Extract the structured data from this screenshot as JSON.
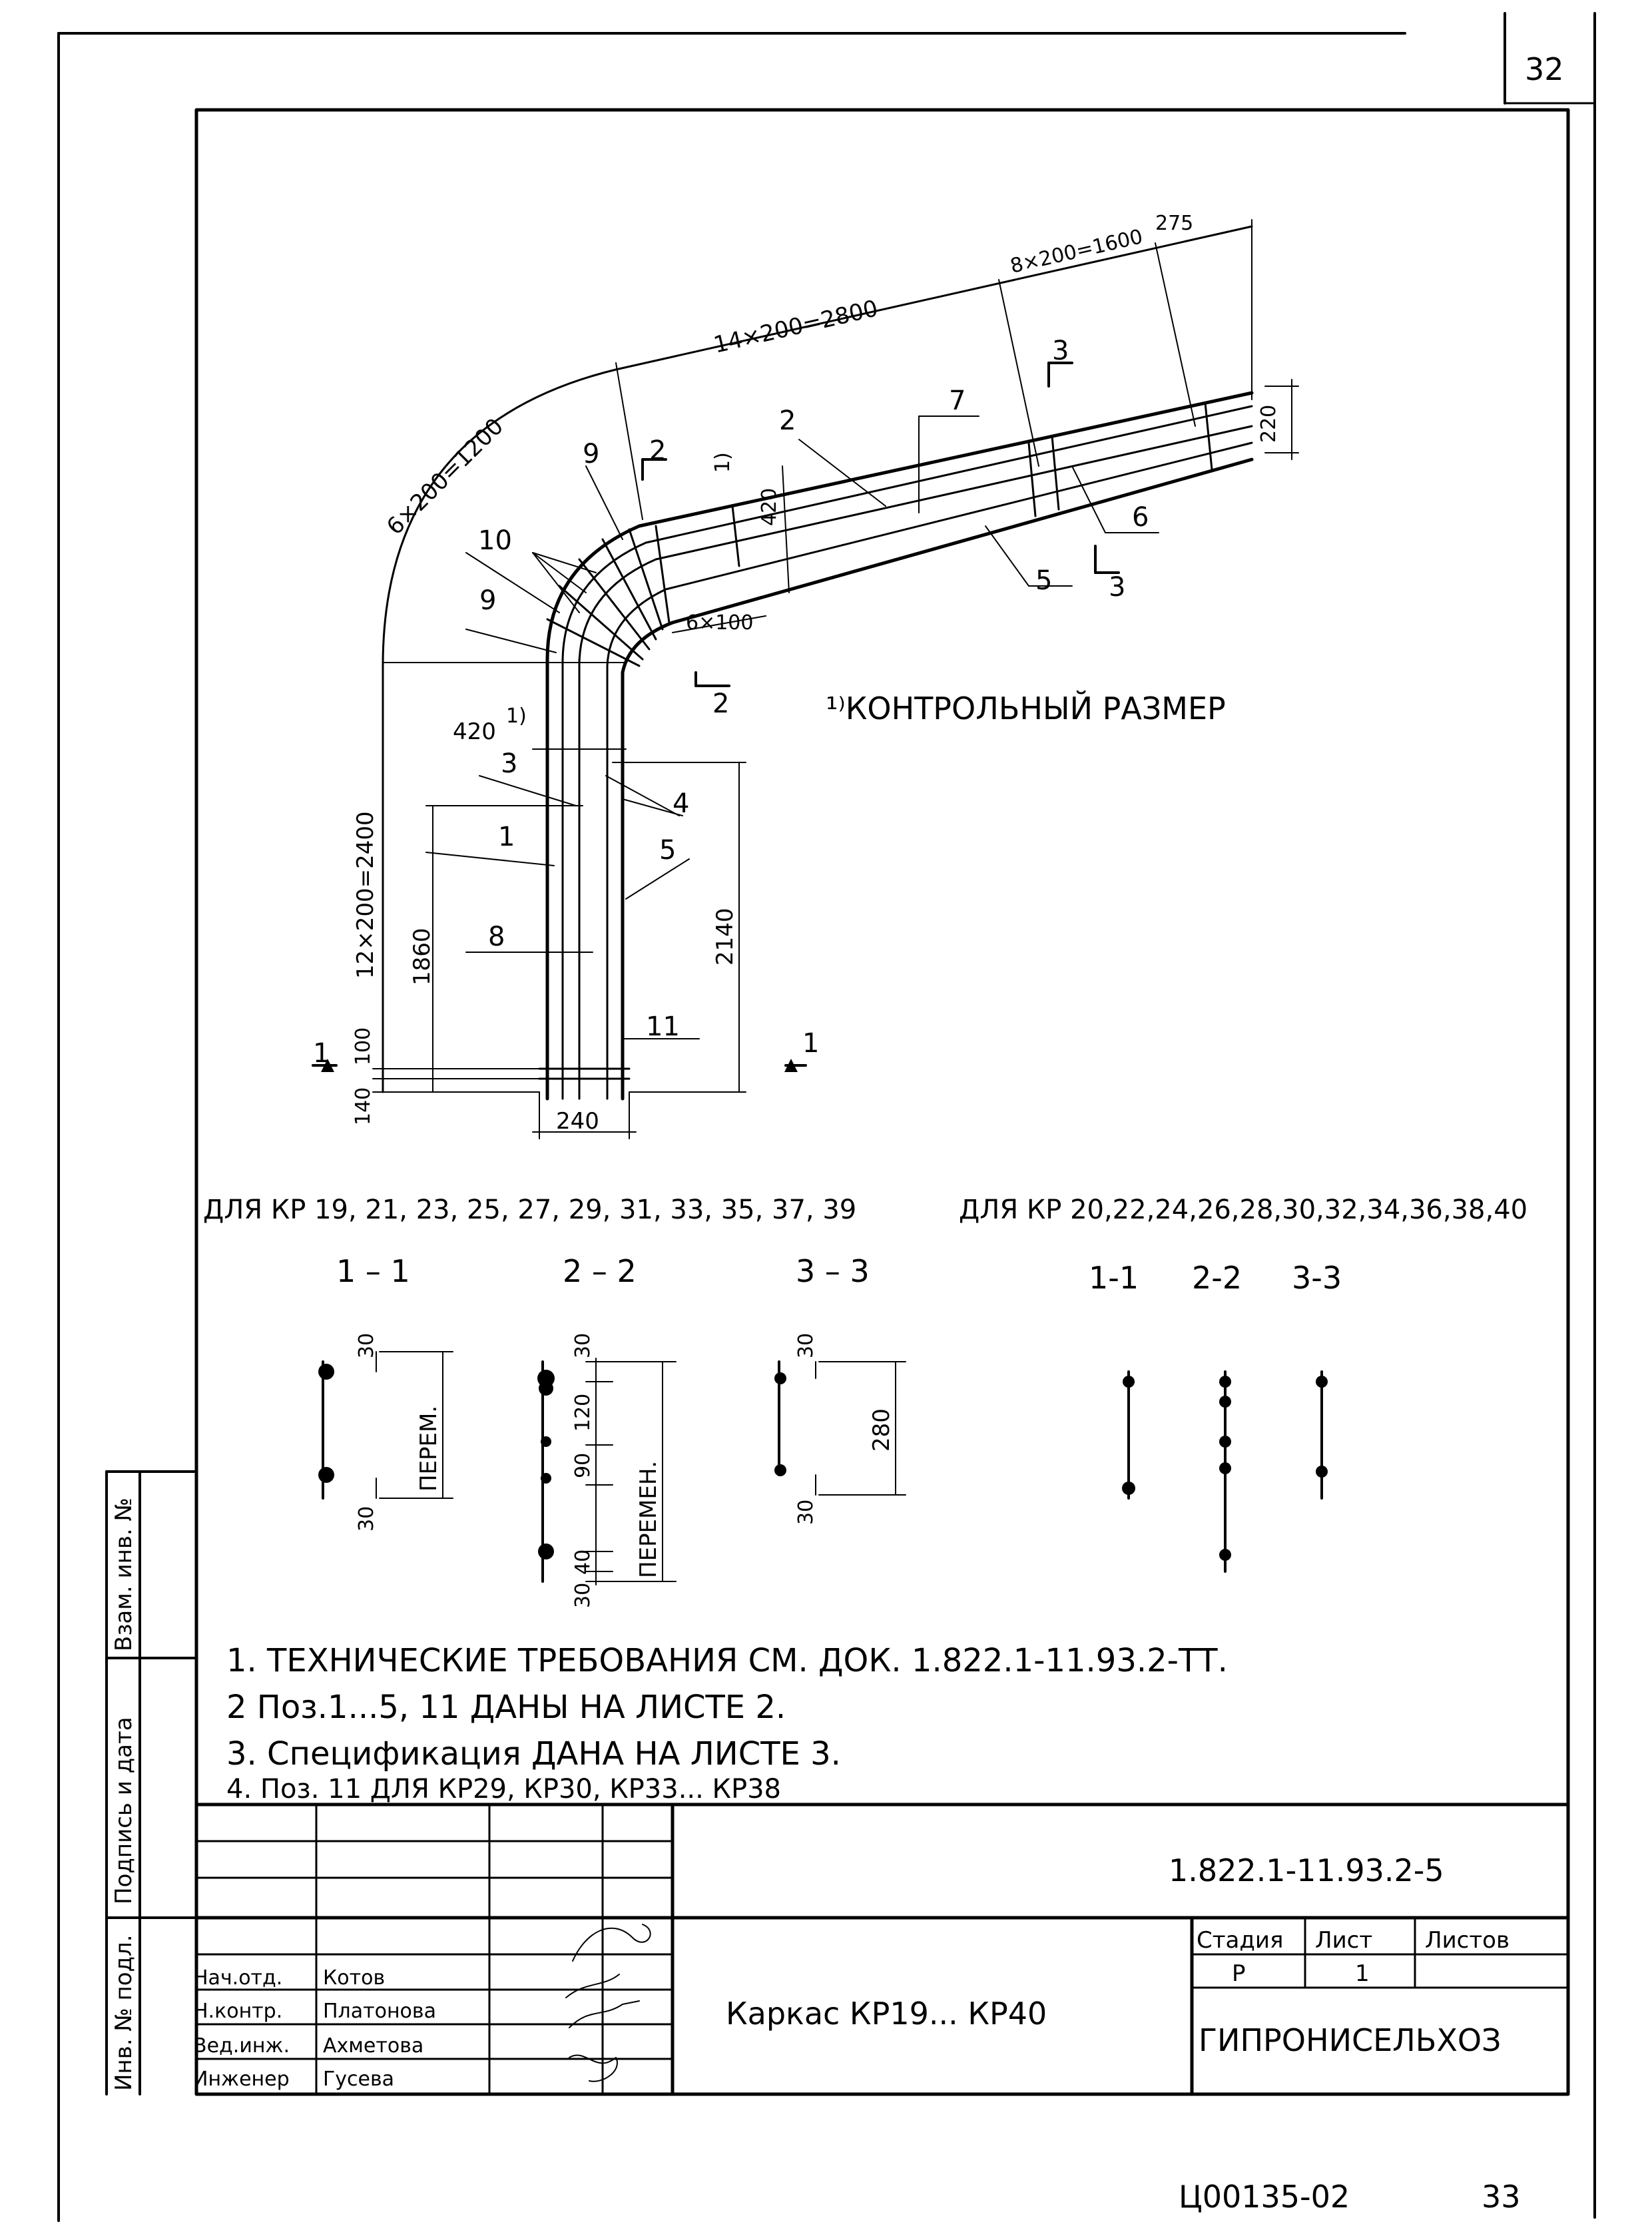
{
  "sheet_corner_number": "32",
  "main_drawing": {
    "dims": {
      "arc_outer": "6×200=1200",
      "top_row": "14×200=2800",
      "top_end": "8×200=1600",
      "end_275": "275",
      "end_220": "220",
      "dim_420_a": "420",
      "dim_420_a_sup": "1)",
      "dim_6x100": "6×100",
      "dim_420_b": "420",
      "dim_420_b_sup": "1)",
      "vertical_span": "12×200=2400",
      "dim_1860": "1860",
      "dim_2140": "2140",
      "dim_100": "100",
      "dim_140": "140",
      "dim_240": "240"
    },
    "positions": {
      "p1": "1",
      "p2": "2",
      "p3": "3",
      "p4": "4",
      "p5a": "5",
      "p5b": "5",
      "p6": "6",
      "p7": "7",
      "p8": "8",
      "p9a": "9",
      "p9b": "9",
      "p10": "10",
      "p11": "11"
    },
    "section_marks": {
      "s2_top": "2",
      "s2_bottom": "2",
      "s3_top": "3",
      "s3_bottom": "3",
      "s1_left": "1",
      "s1_right": "1"
    },
    "footnote": "¹⁾КОНТРОЛЬНЫЙ РАЗМЕР"
  },
  "sections": {
    "group_a_title": "ДЛЯ КР 19, 21, 23, 25, 27, 29, 31, 33, 35, 37, 39",
    "group_b_title": "ДЛЯ КР 20,22,24,26,28,30,32,34,36,38,40",
    "a_1_1": "1 – 1",
    "a_2_2": "2 – 2",
    "a_3_3": "3 – 3",
    "b_1_1": "1-1",
    "b_2_2": "2-2",
    "b_3_3": "3-3",
    "s11_top": "30",
    "s11_bottom": "30",
    "s11_side": "ПЕРЕМ.",
    "s22_top": "30",
    "s22_120": "120",
    "s22_90": "90",
    "s22_40": "40",
    "s22_30": "30",
    "s22_side": "ПЕРЕМЕН.",
    "s33_top": "30",
    "s33_bottom": "30",
    "s33_side": "280"
  },
  "notes": [
    "1.  ТЕХНИЧЕСКИЕ ТРЕБОВАНИЯ СМ. ДОК. 1.822.1-11.93.2-ТТ.",
    "2  Поз.1...5, 11  ДАНЫ  НА  ЛИСТЕ  2.",
    "3.  Спецификация  ДАНА  НА  ЛИСТЕ 3.",
    "4.  Поз. 11 ДЛЯ  КР29, КР30, КР33... КР38"
  ],
  "title_block": {
    "doc_code": "1.822.1-11.93.2-5",
    "title": "Каркас КР19... КР40",
    "stage_header": "Стадия",
    "sheet_header": "Лист",
    "sheets_header": "Листов",
    "stage_value": "Р",
    "sheet_value": "1",
    "org": "ГИПРОНИСЕЛЬХОЗ",
    "roles": [
      {
        "role": "Нач.отд.",
        "name": "Котов"
      },
      {
        "role": "Н.контр.",
        "name": "Платонова"
      },
      {
        "role": "Вед.инж.",
        "name": "Ахметова"
      },
      {
        "role": "Инженер",
        "name": "Гусева"
      }
    ]
  },
  "side_stamp": {
    "vzam": "Взам. инв. №",
    "podpis": "Подпись и дата",
    "inv": "Инв. № подл."
  },
  "bottom": {
    "archive": "Ц00135-02",
    "page": "33"
  }
}
